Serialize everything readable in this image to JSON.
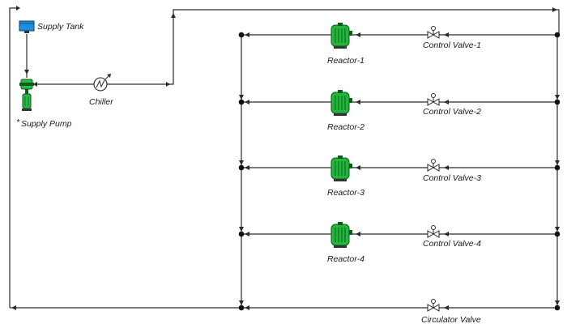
{
  "equipment": {
    "supply_tank": "Supply Tank",
    "supply_pump": "Supply Pump",
    "supply_pump_marker": "*",
    "chiller": "Chiller",
    "reactors": [
      "Reactor-1",
      "Reactor-2",
      "Reactor-3",
      "Reactor-4"
    ],
    "control_valves": [
      "Control Valve-1",
      "Control Valve-2",
      "Control Valve-3",
      "Control Valve-4"
    ],
    "circulator_valve": "Circulator Valve"
  },
  "colors": {
    "pipe": "#2a2a2a",
    "tank_fill": "#1e8fe0",
    "pump_fill": "#2fb84a",
    "reactor_fill": "#22b73a",
    "reactor_dark": "#0b5e1a",
    "valve_fill": "#ffffff",
    "node": "#111111"
  },
  "icons": {
    "tank": "tank-icon",
    "pump": "pump-icon",
    "chiller": "heat-exchanger-icon",
    "reactor": "reactor-vessel-icon",
    "valve": "control-valve-icon"
  }
}
